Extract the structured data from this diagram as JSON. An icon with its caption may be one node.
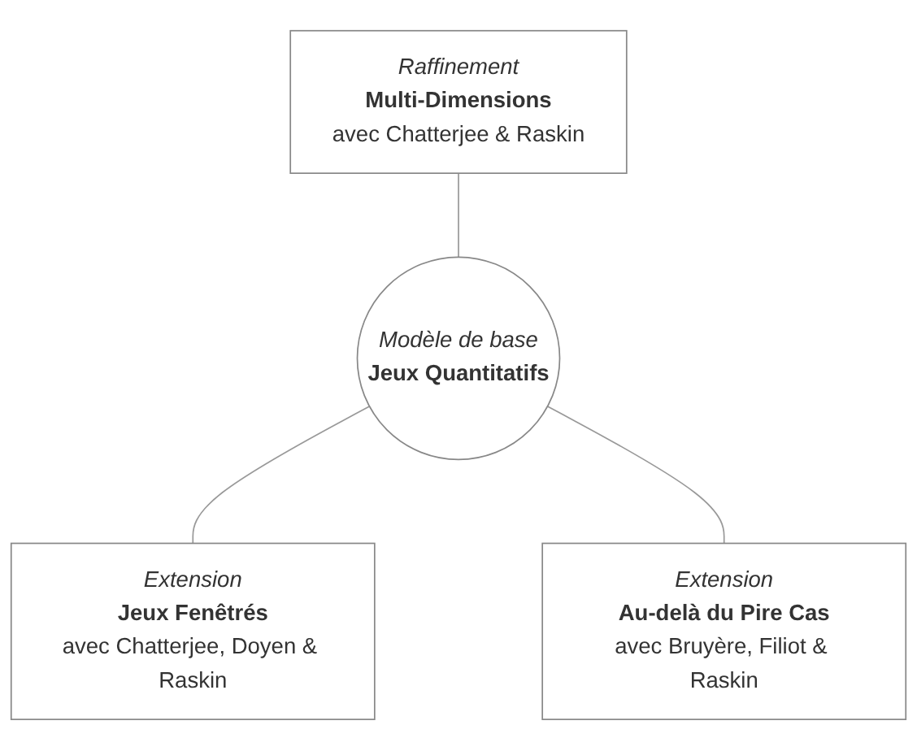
{
  "diagram": {
    "nodes": [
      {
        "text": [
          "Raffinement",
          "Multi-Dimensions",
          "avec Chatterjee & Raskin"
        ]
      },
      {
        "text": [
          "Modèle de base",
          "Jeux Quantitatifs"
        ]
      },
      {
        "text": [
          "Extension",
          "Jeux Fenêtrés",
          "avec Chatterjee, Doyen & Raskin"
        ]
      },
      {
        "text": [
          "Extension",
          "Au-delà du Pire Cas",
          "avec Bruyère, Filiot & Raskin"
        ]
      }
    ],
    "edges": [
      {
        "from": 0,
        "to": 1,
        "arrow": "none"
      },
      {
        "from": 1,
        "to": 2,
        "arrow": "none"
      },
      {
        "from": 1,
        "to": 3,
        "arrow": "none"
      }
    ]
  }
}
